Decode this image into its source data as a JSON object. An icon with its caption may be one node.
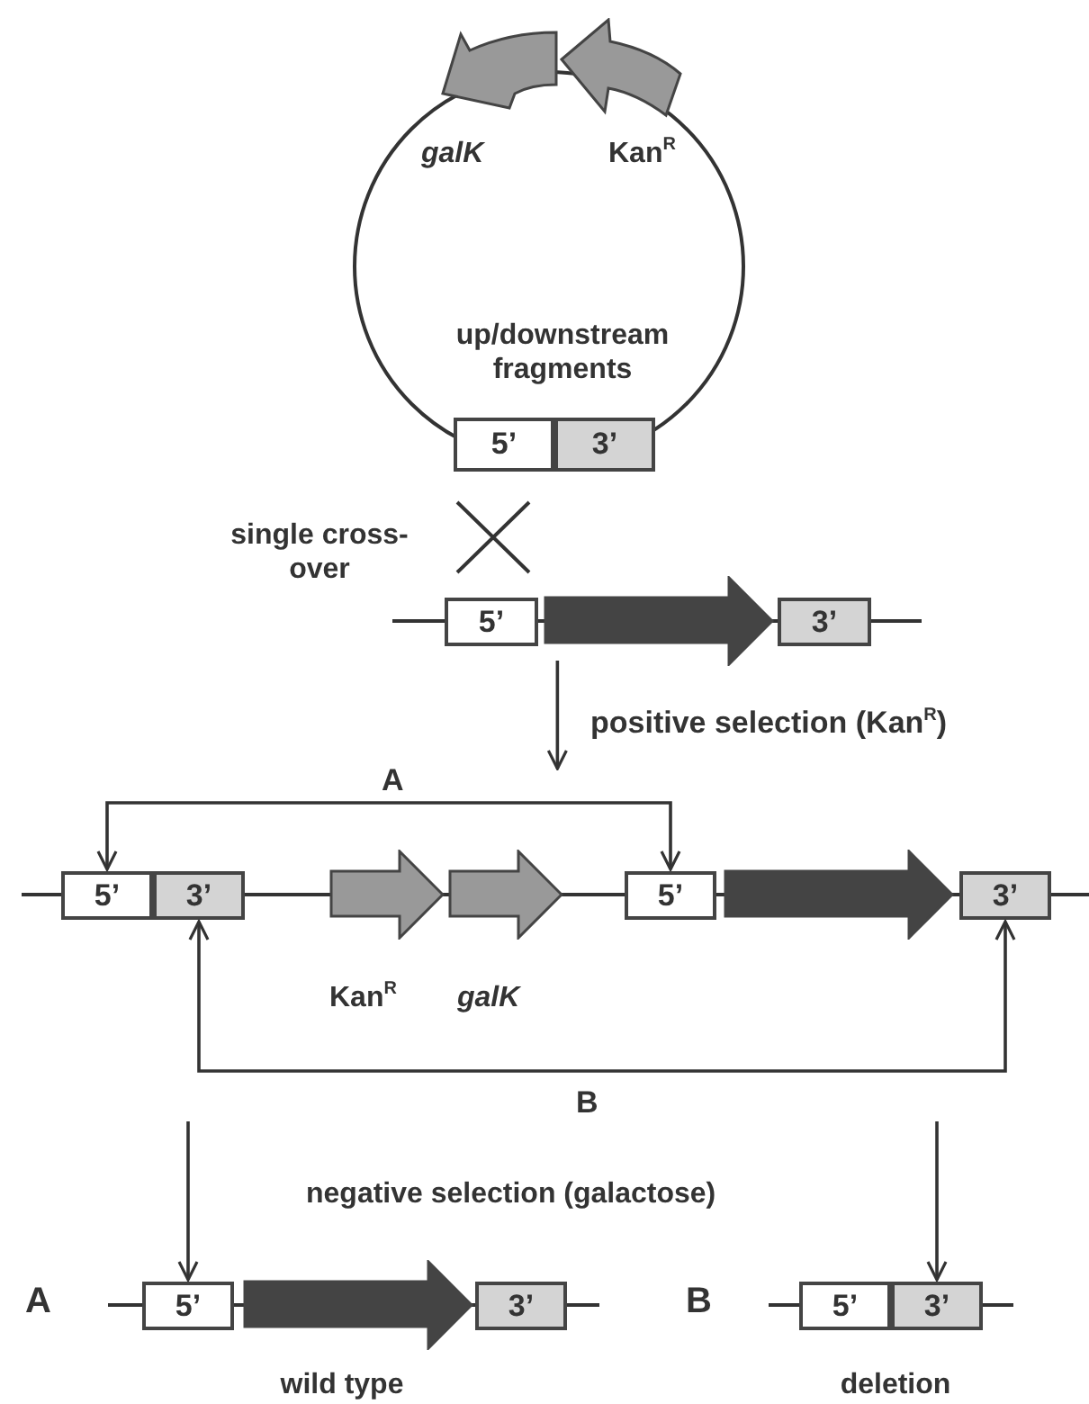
{
  "diagram": {
    "nodes": [
      {
        "text": [],
        "shape": "arrow"
      },
      {
        "text": [],
        "shape": "arrow"
      },
      {
        "text": [
          "5’"
        ]
      },
      {
        "text": [
          "3’"
        ]
      },
      {
        "text": [
          "5’"
        ]
      },
      {
        "text": [],
        "shape": "arrow"
      },
      {
        "text": [
          "3’"
        ]
      },
      {
        "text": [
          "5’"
        ]
      },
      {
        "text": [
          "3’"
        ]
      },
      {
        "text": [],
        "shape": "arrow"
      },
      {
        "text": [],
        "shape": "arrow"
      },
      {
        "text": [
          "5’"
        ]
      },
      {
        "text": [],
        "shape": "arrow"
      },
      {
        "text": [
          "3’"
        ]
      },
      {
        "text": [
          "5’"
        ]
      },
      {
        "text": [],
        "shape": "arrow"
      },
      {
        "text": [
          "3’"
        ]
      },
      {
        "text": [
          "5’"
        ]
      },
      {
        "text": [
          "3’"
        ]
      }
    ],
    "edges": [
      {
        "from": 5,
        "to": null,
        "arrow": "to",
        "label": "positive selection (Kan$^{R}$)"
      },
      {
        "from": 7,
        "to": 11,
        "arrow": "both",
        "label": "A"
      },
      {
        "from": 8,
        "to": 13,
        "arrow": "both",
        "label": "B"
      },
      {
        "from": null,
        "to": 14,
        "arrow": "to"
      },
      {
        "from": null,
        "to": 18,
        "arrow": "to"
      }
    ],
    "labels": [
      "galK",
      "Kan$^{R}$",
      "up/downstream fragments",
      "single cross-over",
      "Kan$^{R}$",
      "galK",
      "negative selection (galactose)",
      "A",
      "B",
      "wild type",
      "deletion"
    ]
  }
}
